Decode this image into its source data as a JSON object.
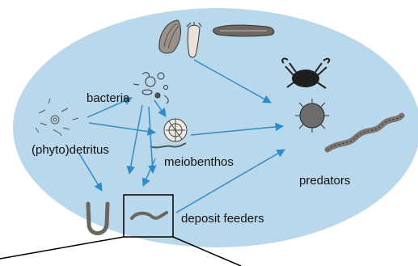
{
  "colors": {
    "background_ellipse": "#b9d8ec",
    "arrow": "#2f8cc9",
    "organism_stroke": "#333333",
    "callout_line": "#000000"
  },
  "labels": {
    "bacteria": "bacteria",
    "detritus": "(phyto)detritus",
    "meiobenthos": "meiobenthos",
    "predators": "predators",
    "deposit_feeders": "deposit feeders"
  },
  "organisms": {
    "top": [
      "bivalve-shell-icon",
      "sea-anemone-icon",
      "sea-cucumber-icon"
    ],
    "bacteria": "bacteria-cluster-icon",
    "detritus": "detritus-particles-icon",
    "meiobenthos": [
      "foraminifera-icon",
      "nematode-icon"
    ],
    "predators": [
      "crab-icon",
      "sea-urchin-icon",
      "worm-icon"
    ],
    "deposit_feeders": [
      "u-shaped-worm-icon",
      "small-worm-icon"
    ]
  }
}
